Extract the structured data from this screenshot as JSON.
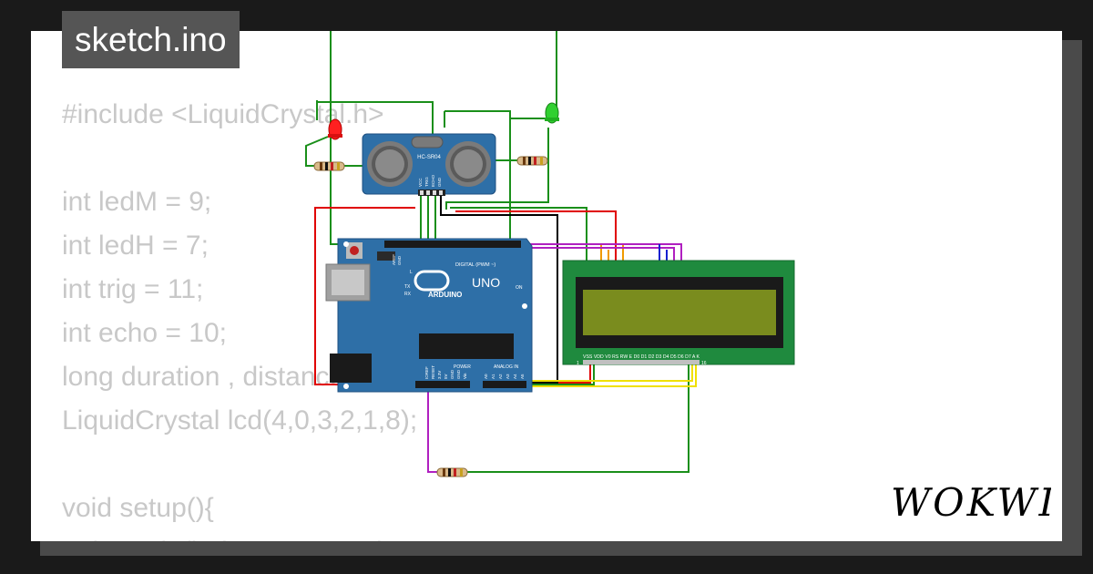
{
  "title": "sketch.ino",
  "code_lines": [
    "#include <LiquidCrystal.h>",
    "",
    "int ledM = 9;",
    "int ledH = 7;",
    "int trig = 11;",
    "int echo = 10;",
    "long duration , distance;",
    "LiquidCrystal lcd(4,0,3,2,1,8);",
    "",
    "void setup(){",
    "  pinMode(ledM, OUTPUT);"
  ],
  "sensor_label": "HC-SR04",
  "sensor_pins": [
    "VCC",
    "TRIG",
    "ECHO",
    "GND"
  ],
  "board": {
    "name": "UNO",
    "brand": "ARDUINO",
    "digital_label": "DIGITAL (PWM ~)",
    "power_label": "POWER",
    "analog_label": "ANALOG IN",
    "aref": "AREF",
    "gnd": "GND",
    "on_label": "ON",
    "l_label": "L",
    "tx_label": "TX",
    "rx_label": "RX",
    "power_pins": [
      "IOREF",
      "RESET",
      "3.3V",
      "5V",
      "GND",
      "GND",
      "Vin"
    ],
    "analog_pins": [
      "A0",
      "A1",
      "A2",
      "A3",
      "A4",
      "A5"
    ]
  },
  "lcd_pin_labels": "VSS VDD V0 RS RW E D0 D1 D2 D3 D4 D5 D6 D7 A K",
  "lcd_pin_first": "1",
  "lcd_pin_last": "16",
  "logo": "WOKWI",
  "colors": {
    "background": "#1a1a1a",
    "code_text": "#c8c8c8",
    "title_bg": "#555555",
    "board_blue": "#2e6fa7",
    "lcd_green": "#1f8a3e",
    "lcd_screen": "#7a8c1e",
    "wire_green": "#1a8f1a",
    "wire_red": "#e00000",
    "wire_black": "#000000",
    "wire_orange": "#f09a00",
    "wire_purple": "#b020c0",
    "wire_blue": "#1020d0",
    "wire_yellow": "#f0e000",
    "led_red": "#ff2020",
    "led_green": "#30d030"
  }
}
